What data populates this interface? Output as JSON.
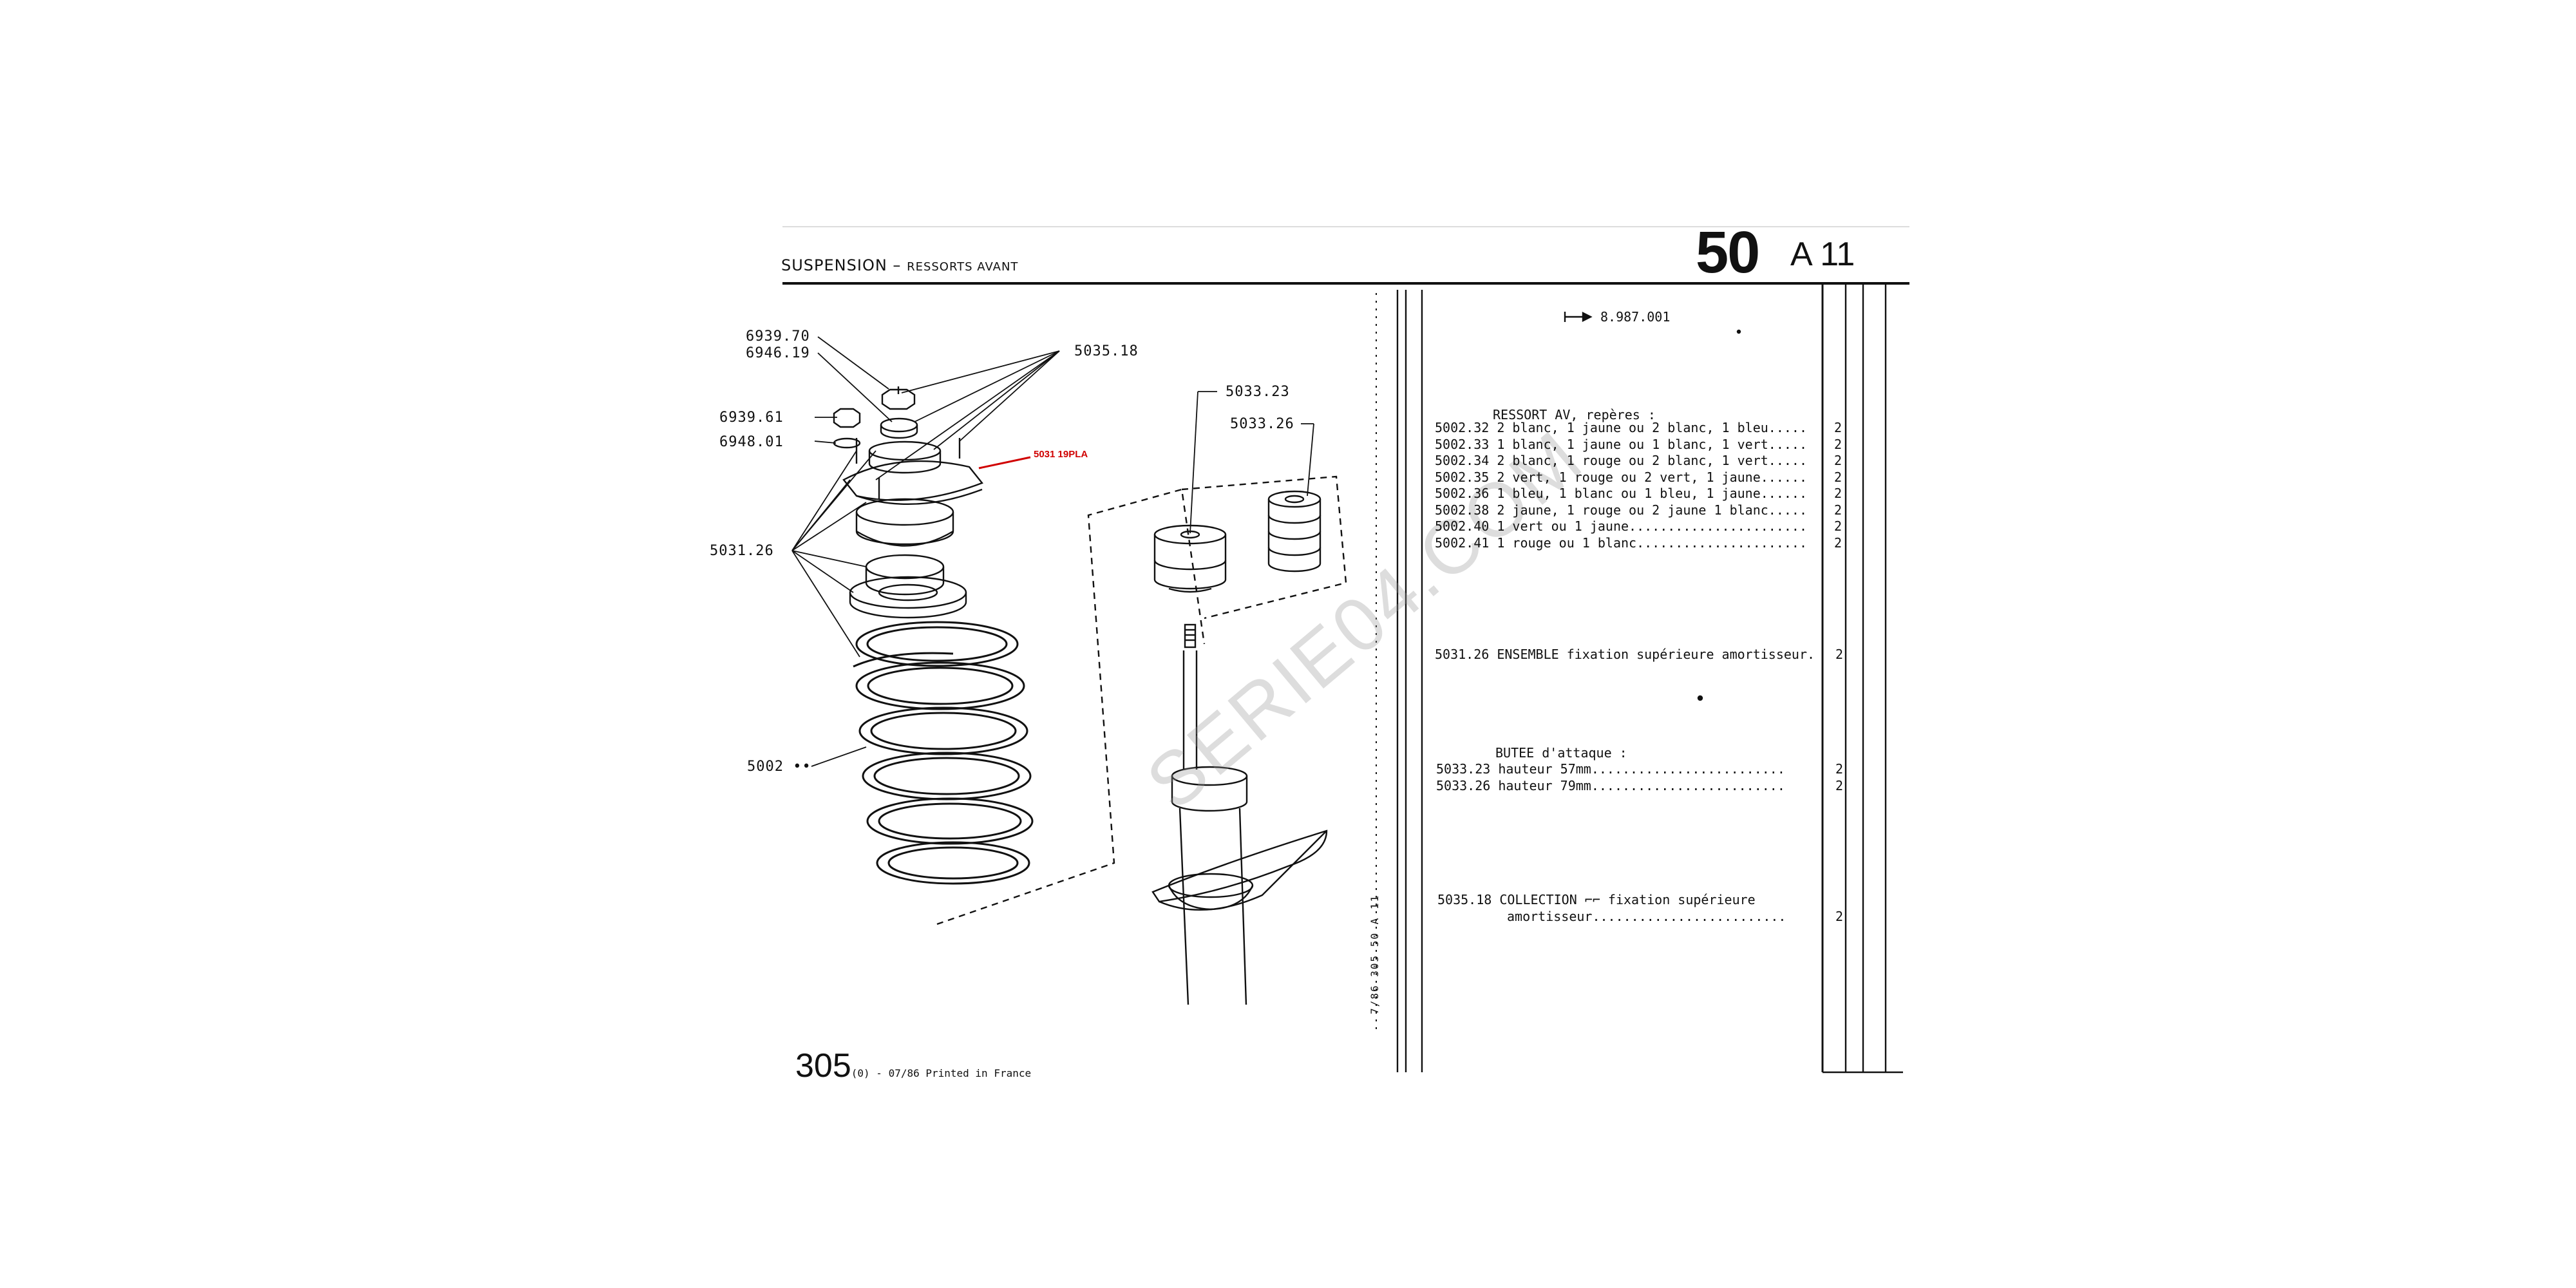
{
  "header": {
    "title": "SUSPENSION",
    "separator": "–",
    "subtitle": "RESSORTS AVANT",
    "group_number": "50",
    "plate_number": "A 11"
  },
  "callouts": {
    "c1": "6939.70",
    "c2": "6946.19",
    "c3": "5035.18",
    "c4": "6939.61",
    "c5": "6948.01",
    "c6": "5031.26",
    "c7": "5002 ••",
    "c8": "5033.23",
    "c9": "5033.26",
    "red_annotation": "5031 19PLA"
  },
  "watermark": "SERIE04.COM",
  "side_code": "7/86  305 50 A 11",
  "parts": {
    "serial_from": "8.987.001",
    "ressort_heading": "RESSORT AV, repères :",
    "ressort_rows": [
      {
        "ref": "5002.32",
        "desc": "2 blanc, 1 jaune ou 2 blanc, 1 bleu.....",
        "qty": "2"
      },
      {
        "ref": "5002.33",
        "desc": "1 blanc, 1 jaune ou 1 blanc, 1 vert.....",
        "qty": "2"
      },
      {
        "ref": "5002.34",
        "desc": "2 blanc, 1 rouge ou 2 blanc, 1 vert.....",
        "qty": "2"
      },
      {
        "ref": "5002.35",
        "desc": "2 vert, 1 rouge ou 2 vert, 1 jaune......",
        "qty": "2"
      },
      {
        "ref": "5002.36",
        "desc": "1 bleu, 1 blanc ou 1 bleu, 1 jaune......",
        "qty": "2"
      },
      {
        "ref": "5002.38",
        "desc": "2 jaune, 1 rouge ou 2 jaune 1 blanc.....",
        "qty": "2"
      },
      {
        "ref": "5002.40",
        "desc": "1 vert ou 1 jaune.......................",
        "qty": "2"
      },
      {
        "ref": "5002.41",
        "desc": "1 rouge ou 1 blanc......................",
        "qty": "2"
      }
    ],
    "ensemble": {
      "ref": "5031.26",
      "desc": "ENSEMBLE fixation supérieure amortisseur.",
      "qty": "2"
    },
    "butee_heading": "BUTEE d'attaque :",
    "butee_rows": [
      {
        "ref": "5033.23",
        "desc": "hauteur 57mm.........................",
        "qty": "2"
      },
      {
        "ref": "5033.26",
        "desc": "hauteur 79mm.........................",
        "qty": "2"
      }
    ],
    "collection": {
      "ref": "5035.18",
      "line1": "COLLECTION ⌐⌐ fixation supérieure",
      "line2": "amortisseur.........................",
      "qty": "2"
    }
  },
  "footer": {
    "model": "305",
    "imprint": "(0) - 07/86  Printed in France"
  }
}
